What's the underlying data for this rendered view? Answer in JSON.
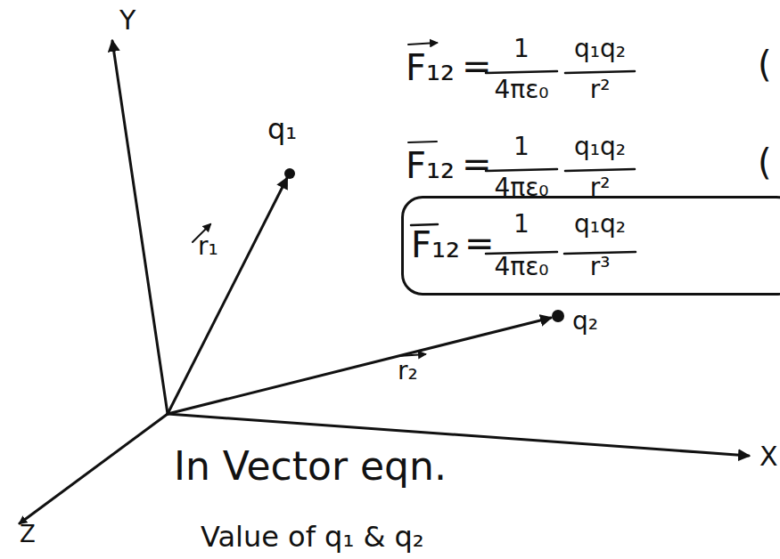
{
  "diagram": {
    "nodes": [
      {
        "text": [
          "F₁₂",
          "=",
          "1",
          "4πε₀",
          "q₁q₂",
          "r³"
        ]
      }
    ],
    "labels": [
      "Y",
      "X",
      "Z",
      "q₁",
      "q₂",
      "r₁",
      "r₂",
      "F₁₂",
      "=",
      "1",
      "4πε₀",
      "q₁q₂",
      "r²",
      "(",
      "F₁₂",
      "=",
      "1",
      "4πε₀",
      "q₁q₂",
      "r²",
      "(",
      "In Vector eqn.",
      "Value of q₁ & q₂"
    ]
  }
}
